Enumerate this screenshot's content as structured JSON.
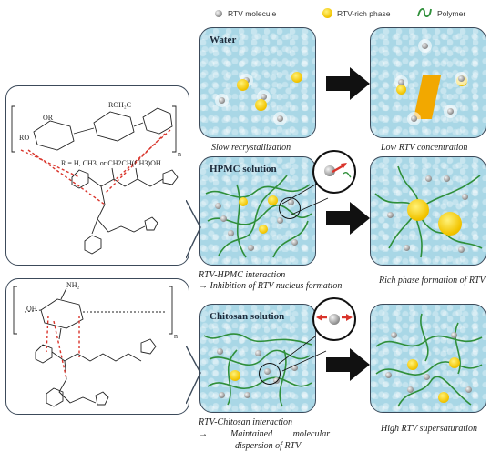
{
  "legend": {
    "molecule_label": "RTV molecule",
    "rich_phase_label": "RTV-rich phase",
    "polymer_label": "Polymer"
  },
  "colors": {
    "panel_water": "#a9d7e6",
    "rich_phase": "#f2c400",
    "polymer": "#2f8f3a",
    "interaction_line": "#d9342b",
    "arrow": "#111111"
  },
  "panels": {
    "water_title": "Water",
    "hpmc_title": "HPMC solution",
    "chitosan_title": "Chitosan solution"
  },
  "captions": {
    "slow": "Slow recrystallization",
    "low": "Low RTV concentration",
    "hpmc_1": "RTV-HPMC  interaction",
    "hpmc_2": "→ Inhibition of RTV nucleus formation",
    "rich": "Rich phase formation of RTV",
    "chit_1": "RTV-Chitosan interaction",
    "chit_2": "→          Maintained         molecular",
    "chit_3": "dispersion of RTV",
    "high": "High RTV supersaturation"
  },
  "structures": {
    "r_groups": "R = H, CH3, or CH2CH(CH3)OH",
    "n_label": "n",
    "hpmc_OR_1": "OR",
    "hpmc_OR_2": "RO",
    "hpmc_ROH2C": "ROH₂C",
    "chit_NH2": "NH₂",
    "chit_OH": "OH"
  }
}
